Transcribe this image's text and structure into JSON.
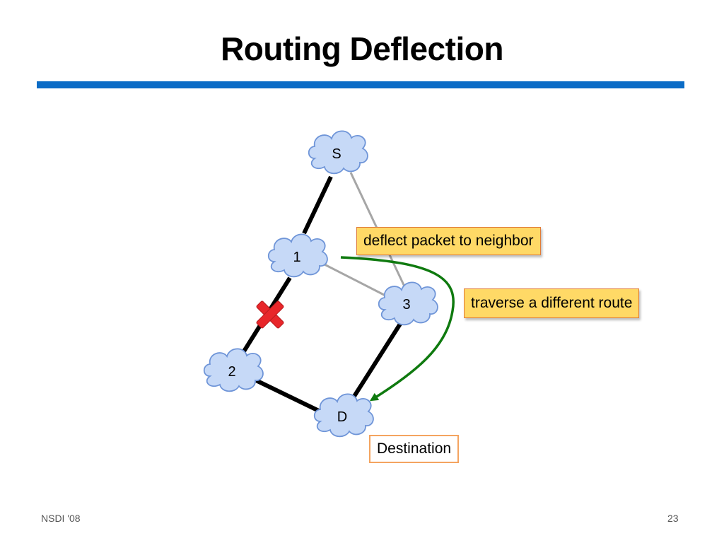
{
  "slide": {
    "title": "Routing Deflection",
    "footer_left": "NSDI '08",
    "page_number": "23"
  },
  "nodes": {
    "s": "S",
    "n1": "1",
    "n2": "2",
    "n3": "3",
    "d": "D"
  },
  "callouts": {
    "deflect": "deflect packet to neighbor",
    "traverse": "traverse a different route",
    "destination": "Destination"
  },
  "colors": {
    "accent_bar": "#0b6cc6",
    "cloud_fill": "#c6d9f7",
    "cloud_stroke": "#6f95d8",
    "primary_link": "#000000",
    "alternate_link": "#a6a6a6",
    "deflection_arrow": "#0f7a0f",
    "failure_mark": "#e8262a",
    "callout_fill": "#ffd966",
    "callout_border": "#e07b39"
  }
}
